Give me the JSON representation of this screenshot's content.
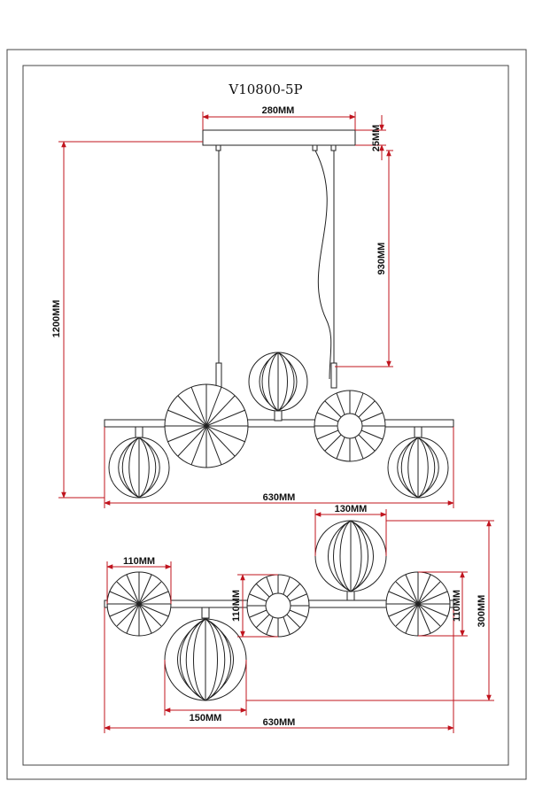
{
  "title": "V10800-5P",
  "dimensions": {
    "canopy_width": "280MM",
    "canopy_height": "25MM",
    "rod_length": "930MM",
    "total_height": "1200MM",
    "front_width": "630MM",
    "top_shade_width": "130MM",
    "left_shade_width": "110MM",
    "mid_shade_height": "110MM",
    "right_shade_height": "110MM",
    "top_total_height": "300MM",
    "globe_width": "150MM",
    "top_width": "630MM"
  },
  "colors": {
    "line": "#222222",
    "dimension": "#c0141e",
    "frame": "#444444",
    "paper": "#ffffff"
  }
}
